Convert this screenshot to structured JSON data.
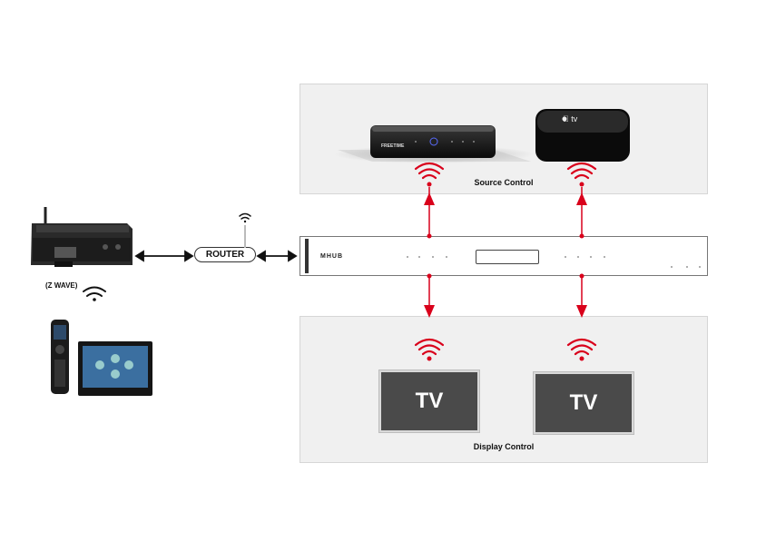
{
  "router": {
    "label": "ROUTER"
  },
  "controller": {
    "label": "(Z WAVE)"
  },
  "hub": {
    "brand": "MHUB"
  },
  "source_panel": {
    "label": "Source Control",
    "devices": [
      {
        "name": "set-top-box",
        "brand": "FREETIME"
      },
      {
        "name": "apple-tv",
        "brand": "tv"
      }
    ]
  },
  "display_panel": {
    "label": "Display Control",
    "tvs": [
      {
        "label": "TV"
      },
      {
        "label": "TV"
      }
    ]
  },
  "colors": {
    "ir": "#d9001b",
    "arrow": "#111111",
    "panel": "#f0f0f0"
  }
}
